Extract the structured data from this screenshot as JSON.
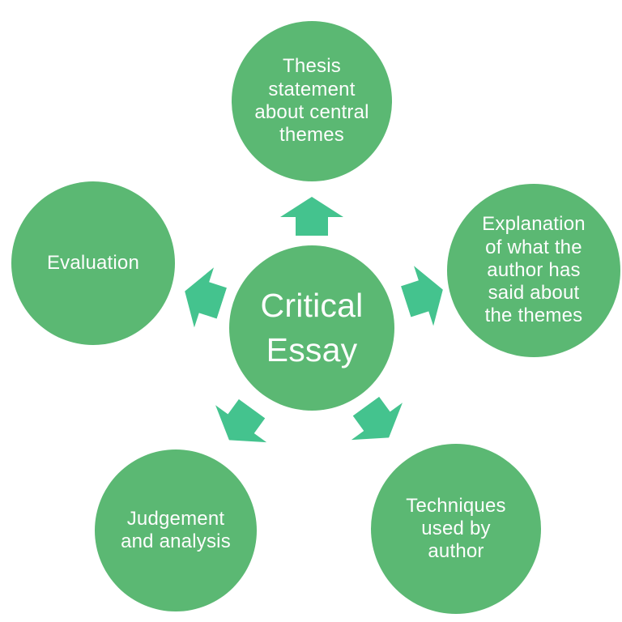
{
  "diagram": {
    "type": "radial-cycle",
    "background_color": "#ffffff",
    "circle_color": "#5bb873",
    "arrow_color": "#44c38e",
    "text_color": "#fdfdfd",
    "center": {
      "label": "Critical\nEssay"
    },
    "nodes": [
      {
        "id": "thesis",
        "position": "top",
        "label": "Thesis\nstatement\nabout central\nthemes"
      },
      {
        "id": "explanation",
        "position": "right",
        "label": "Explanation\nof what the\nauthor has\nsaid about\nthe themes"
      },
      {
        "id": "techniques",
        "position": "bottom-right",
        "label": "Techniques\nused by\nauthor"
      },
      {
        "id": "judgement",
        "position": "bottom-left",
        "label": "Judgement\nand analysis"
      },
      {
        "id": "evaluation",
        "position": "left",
        "label": "Evaluation"
      }
    ],
    "arrows": [
      {
        "direction": "up"
      },
      {
        "direction": "upper-right"
      },
      {
        "direction": "lower-right"
      },
      {
        "direction": "lower-left"
      },
      {
        "direction": "upper-left"
      }
    ]
  }
}
